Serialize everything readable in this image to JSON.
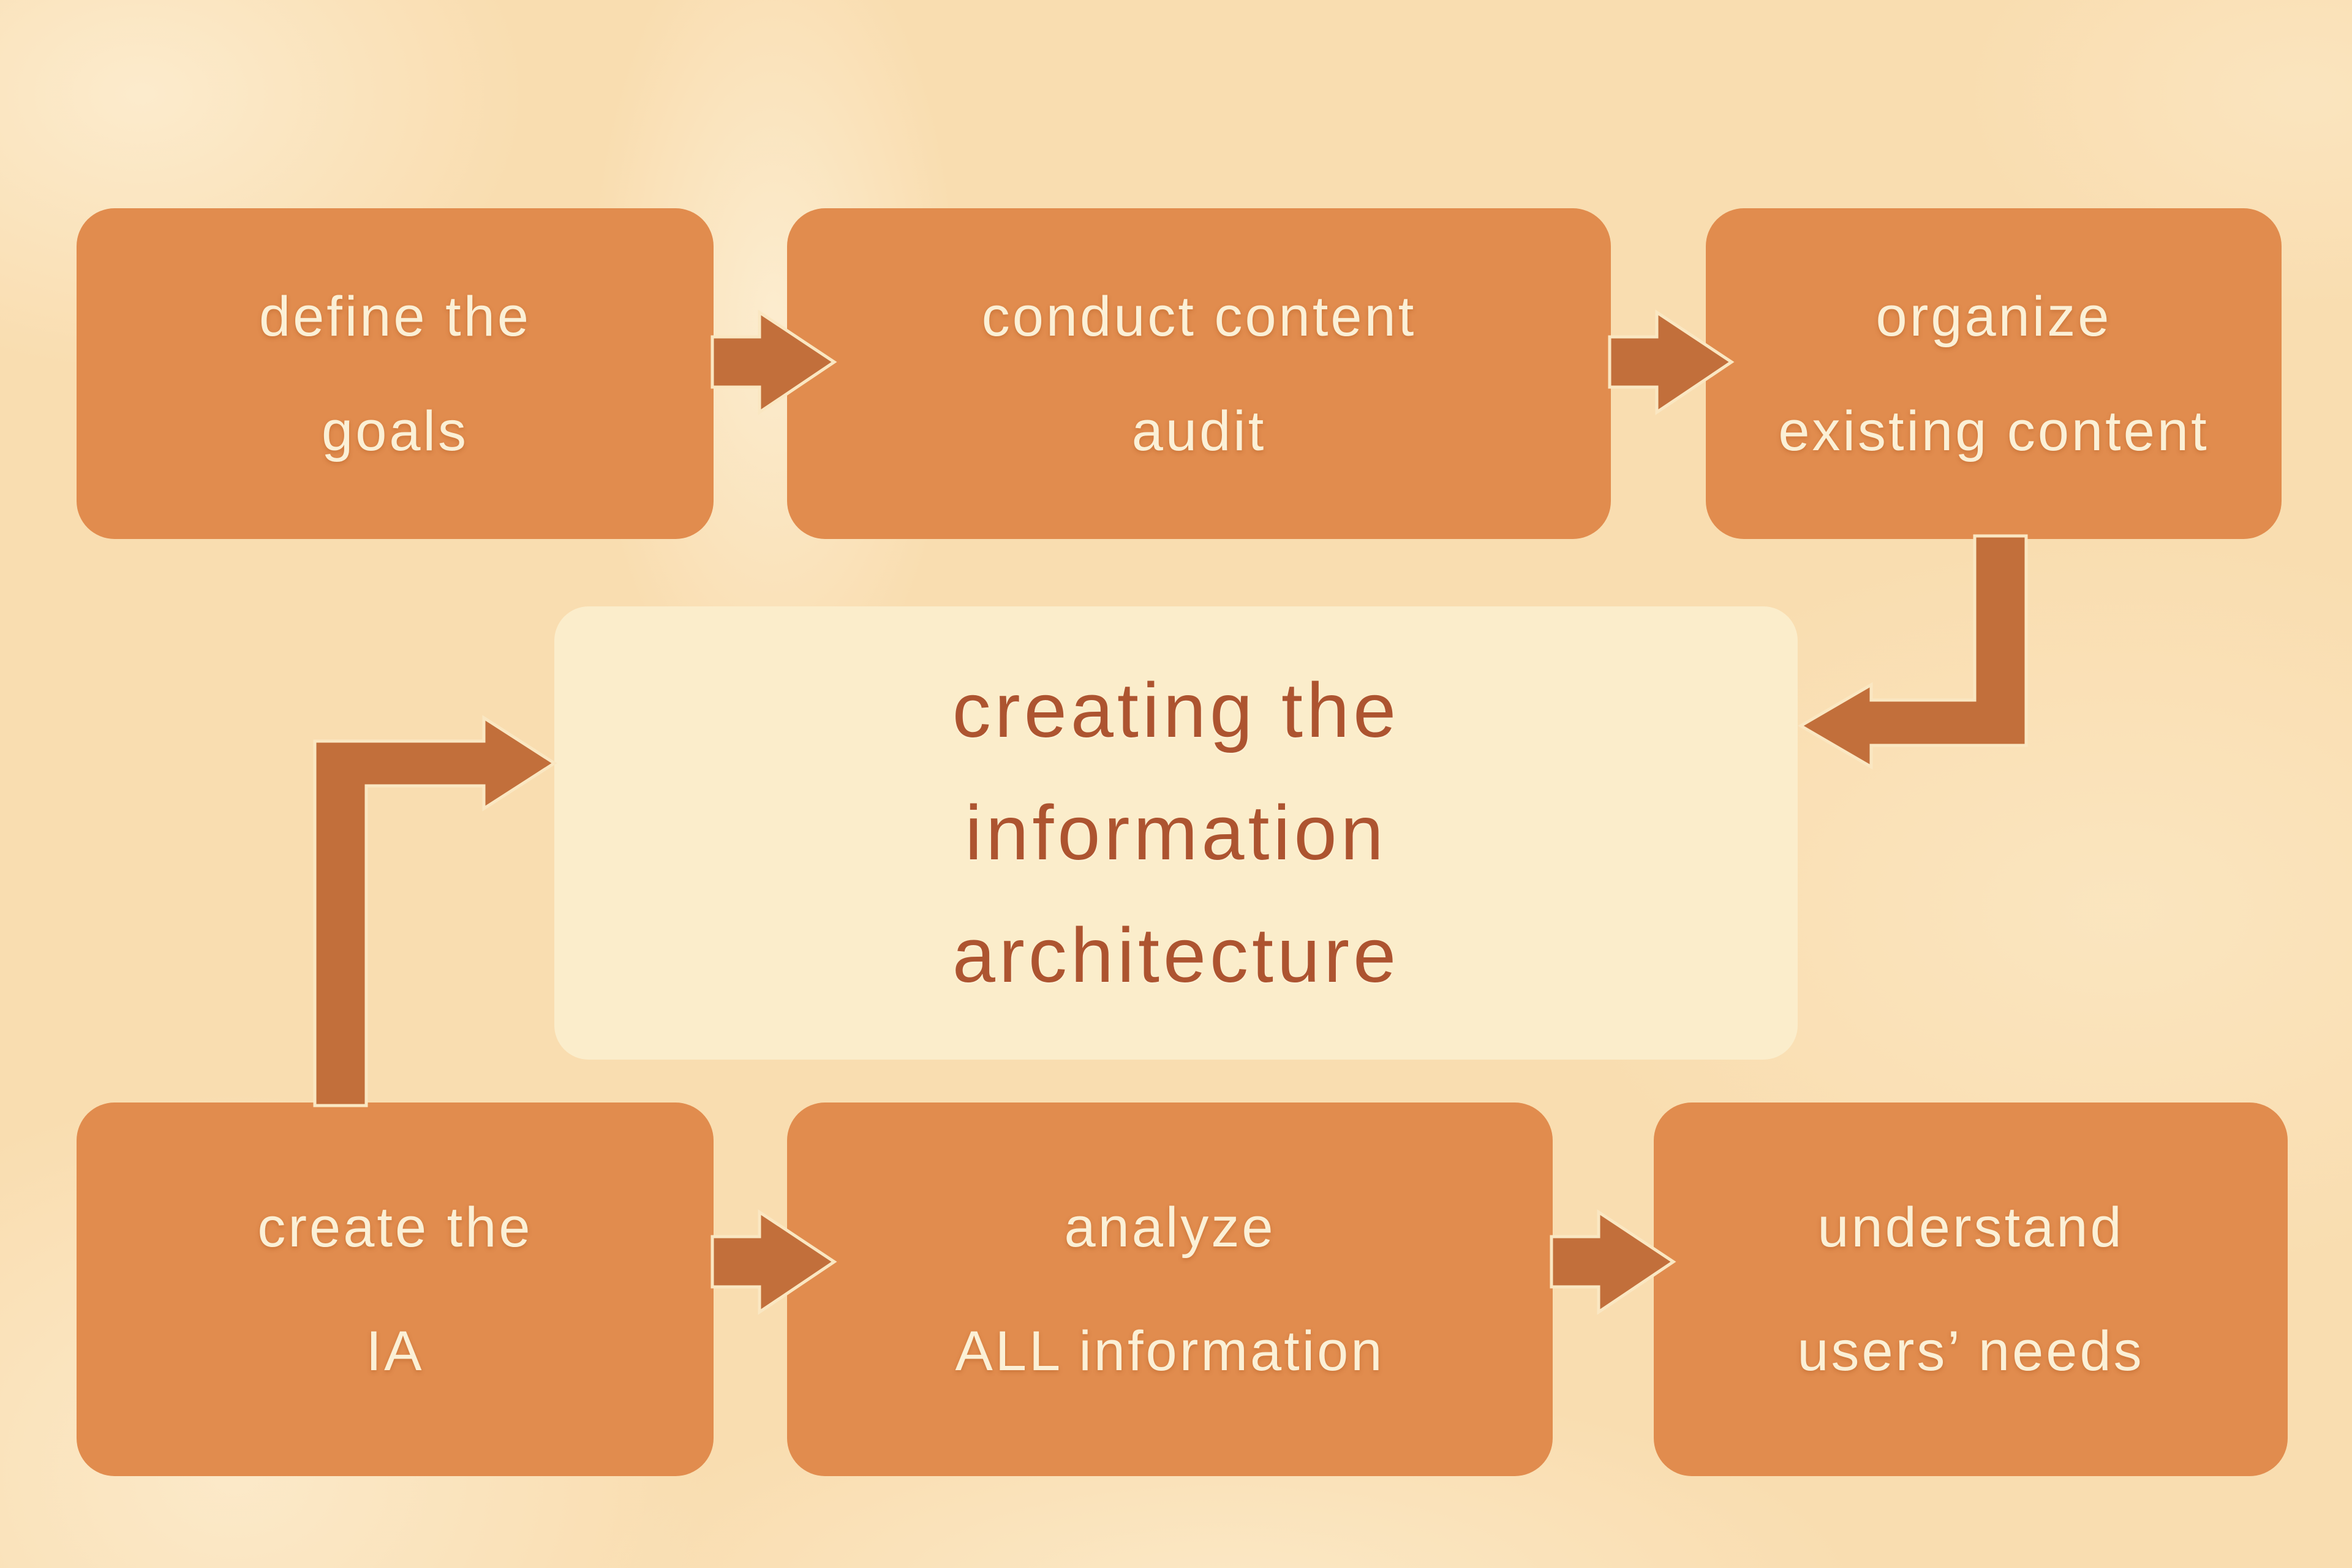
{
  "title": "creating the information architecture",
  "nodes": {
    "center": {
      "id": "creating-information-architecture",
      "lines": [
        "creating the",
        "information",
        "architecture"
      ]
    },
    "top": [
      {
        "id": "define-goals",
        "lines": [
          "define the",
          "goals"
        ]
      },
      {
        "id": "conduct-content-audit",
        "lines": [
          "conduct content",
          "audit"
        ]
      },
      {
        "id": "organize-existing-content",
        "lines": [
          "organize",
          "existing content"
        ]
      }
    ],
    "bottom": [
      {
        "id": "create-the-ia",
        "lines": [
          "create the",
          "IA"
        ]
      },
      {
        "id": "analyze-all-information",
        "lines": [
          "analyze",
          "ALL information"
        ]
      },
      {
        "id": "understand-users-needs",
        "lines": [
          "understand",
          "users’ needs"
        ]
      }
    ]
  },
  "edges": [
    {
      "from": "define-goals",
      "to": "conduct-content-audit",
      "type": "arrow-right"
    },
    {
      "from": "conduct-content-audit",
      "to": "organize-existing-content",
      "type": "arrow-right"
    },
    {
      "from": "organize-existing-content",
      "to": "creating-information-architecture",
      "type": "elbow-down-then-left"
    },
    {
      "from": "create-the-ia",
      "to": "creating-information-architecture",
      "type": "elbow-up-then-right"
    },
    {
      "from": "create-the-ia",
      "to": "analyze-all-information",
      "type": "arrow-right"
    },
    {
      "from": "analyze-all-information",
      "to": "understand-users-needs",
      "type": "arrow-right"
    }
  ],
  "colors": {
    "background": "#F9DDB0",
    "box": "#E18C4E",
    "box_text": "#FBF0D6",
    "arrow": "#C26F3B",
    "arrow_outline": "#FAE7C2",
    "center_box": "#FBEDCB",
    "center_text": "#AD5430"
  }
}
